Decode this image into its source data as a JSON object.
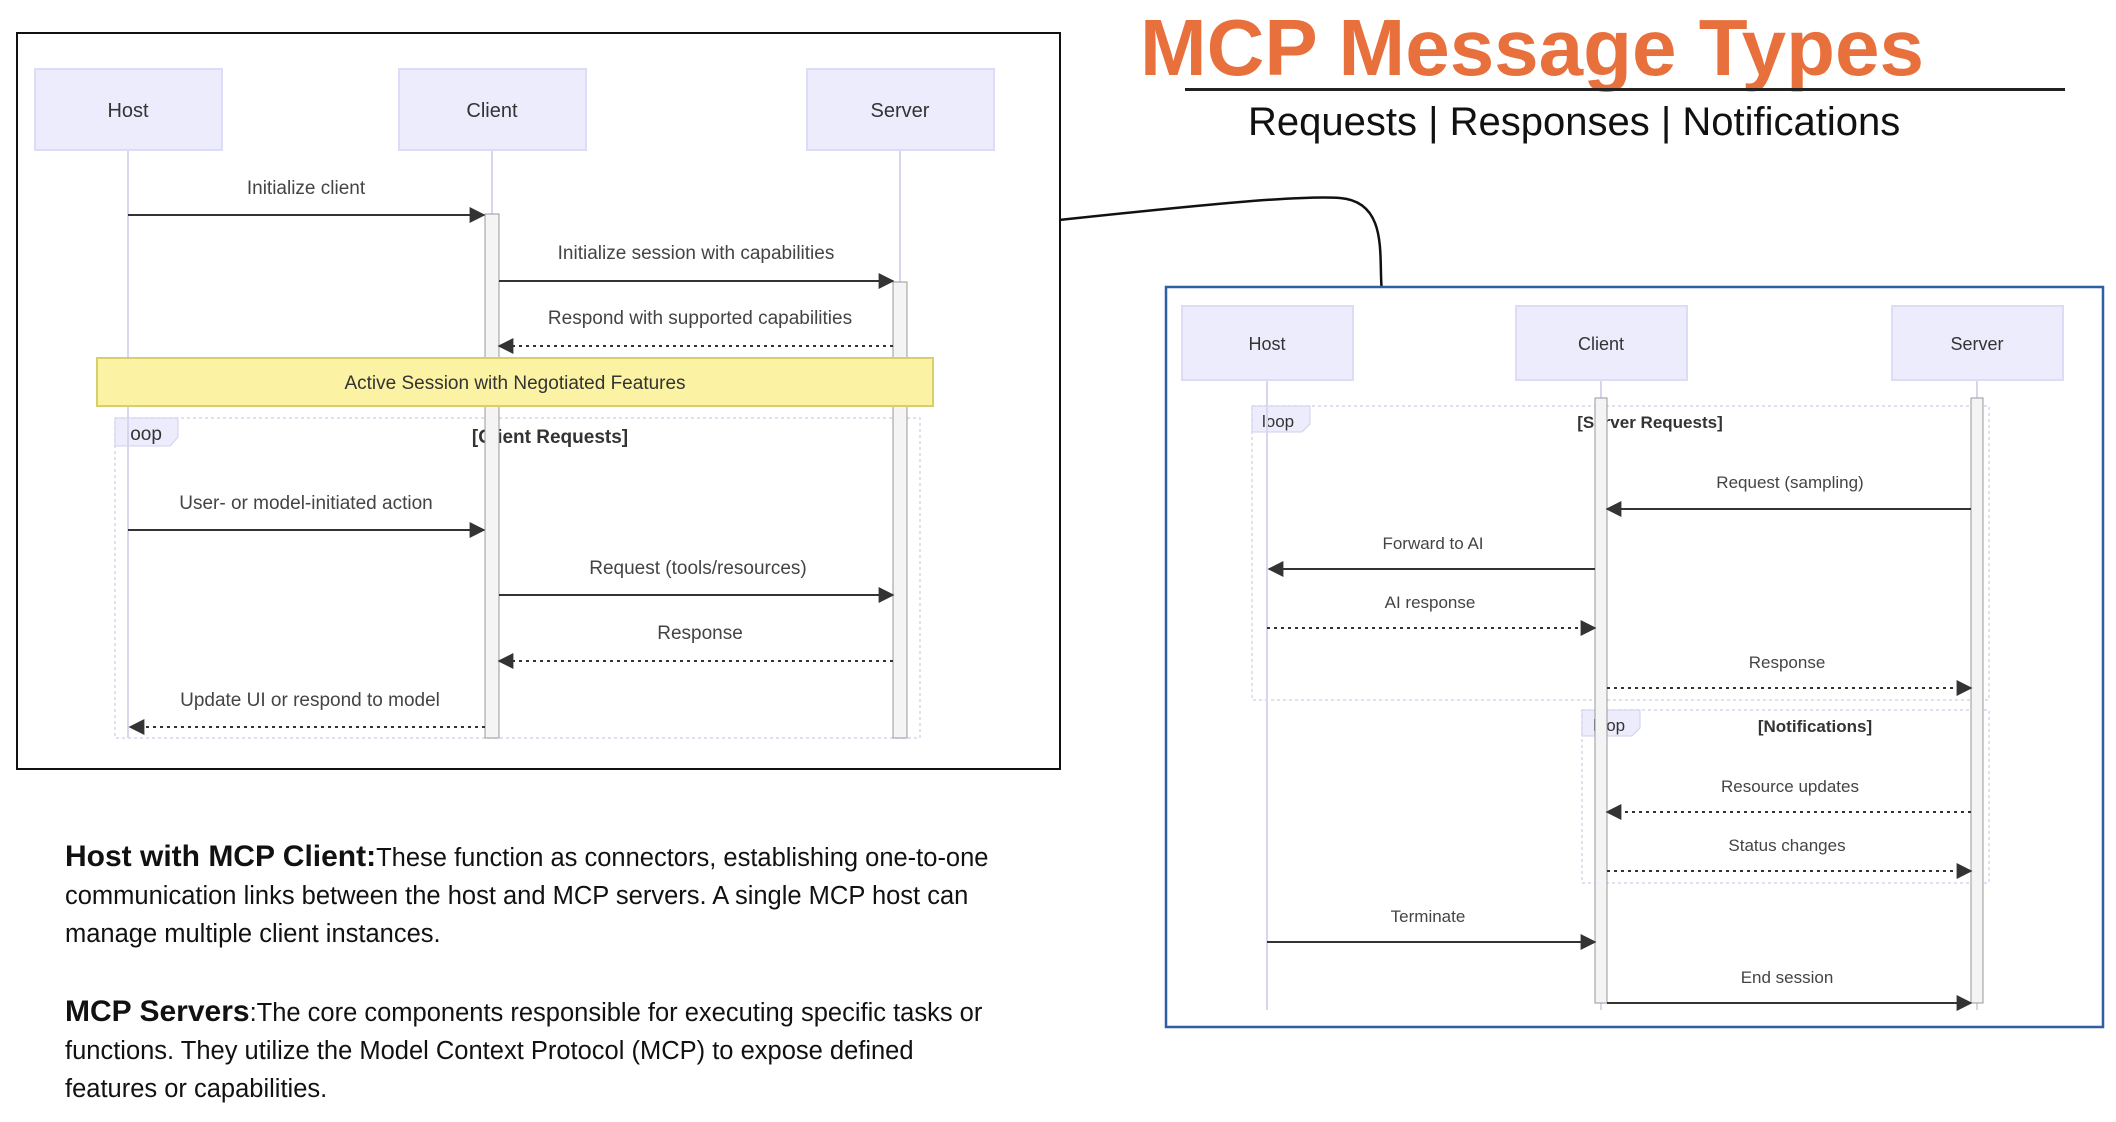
{
  "header": {
    "title": "MCP Message Types",
    "subtitle": "Requests | Responses | Notifications"
  },
  "descriptions": {
    "client_lead": "Host with MCP Client:",
    "client_text": "These function as connectors, establishing one-to-one communication links between the host and MCP servers. A single MCP host can manage multiple client instances.",
    "servers_lead": "MCP Servers",
    "servers_text": ":The core components responsible for executing specific tasks or functions. They utilize the Model Context Protocol (MCP) to expose defined features or capabilities."
  },
  "diagram_left": {
    "participants": [
      "Host",
      "Client",
      "Server"
    ],
    "messages": [
      {
        "label": "Initialize client",
        "from": "Host",
        "to": "Client",
        "style": "solid"
      },
      {
        "label": "Initialize session with capabilities",
        "from": "Client",
        "to": "Server",
        "style": "solid"
      },
      {
        "label": "Respond with supported capabilities",
        "from": "Server",
        "to": "Client",
        "style": "dotted"
      },
      {
        "label": "User- or model-initiated action",
        "from": "Host",
        "to": "Client",
        "style": "solid"
      },
      {
        "label": "Request (tools/resources)",
        "from": "Client",
        "to": "Server",
        "style": "solid"
      },
      {
        "label": "Response",
        "from": "Server",
        "to": "Client",
        "style": "dotted"
      },
      {
        "label": "Update UI or respond to model",
        "from": "Client",
        "to": "Host",
        "style": "dotted"
      }
    ],
    "note": "Active Session with Negotiated Features",
    "loop": {
      "tag": "loop",
      "label": "[Client Requests]"
    }
  },
  "diagram_right": {
    "participants": [
      "Host",
      "Client",
      "Server"
    ],
    "loops": [
      {
        "tag": "loop",
        "label": "[Server Requests]"
      },
      {
        "tag": "loop",
        "label": "[Notifications]"
      }
    ],
    "messages": [
      {
        "label": "Request (sampling)",
        "from": "Server",
        "to": "Client",
        "style": "solid"
      },
      {
        "label": "Forward to AI",
        "from": "Client",
        "to": "Host",
        "style": "solid"
      },
      {
        "label": "AI response",
        "from": "Host",
        "to": "Client",
        "style": "dotted"
      },
      {
        "label": "Response",
        "from": "Client",
        "to": "Server",
        "style": "dotted"
      },
      {
        "label": "Resource updates",
        "from": "Server",
        "to": "Client",
        "style": "dotted"
      },
      {
        "label": "Status changes",
        "from": "Client",
        "to": "Server",
        "style": "dotted"
      },
      {
        "label": "Terminate",
        "from": "Host",
        "to": "Client",
        "style": "solid"
      },
      {
        "label": "End session",
        "from": "Client",
        "to": "Server",
        "style": "solid"
      }
    ]
  },
  "colors": {
    "title": "#e8703c",
    "participant_fill": "#ececfd",
    "participant_stroke": "#dcdcf6",
    "note_fill": "#fbf3a3",
    "note_stroke": "#d9cf6a",
    "right_frame": "#2f5fa3",
    "arrow": "#333333"
  }
}
